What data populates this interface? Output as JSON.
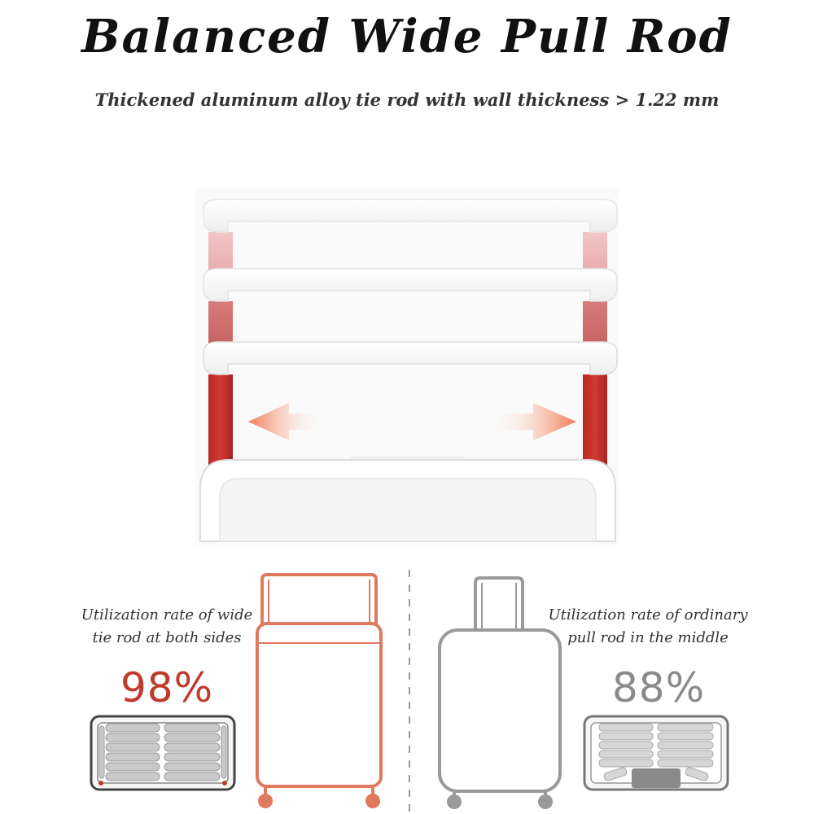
{
  "header": {
    "title": "Balanced Wide Pull Rod",
    "subtitle": "Thickened aluminum alloy tie rod with wall thickness > 1.22 mm"
  },
  "comparison": {
    "wide": {
      "caption_line1": "Utilization rate of wide",
      "caption_line2": "tie rod at both sides",
      "percent": "98%",
      "color": "#c0392b"
    },
    "ordinary": {
      "caption_line1": "Utilization rate of ordinary",
      "caption_line2": "pull rod in the middle",
      "percent": "88%",
      "color": "#8a8a8a"
    }
  },
  "colors": {
    "rod_red": "#c0392b",
    "suitcase_orange": "#e07a5f",
    "suitcase_gray": "#9a9a9a",
    "arrow": "#f07a50"
  }
}
